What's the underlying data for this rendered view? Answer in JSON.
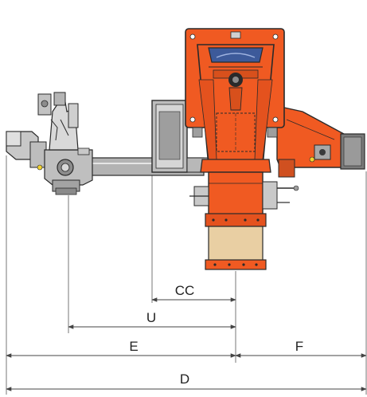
{
  "colors": {
    "body_orange": "#f05a22",
    "dark_outline": "#2a2a2a",
    "grey_steel": "#a8a8a8",
    "light_grey": "#d4d4d4",
    "tan_sleeve": "#e9cfa3",
    "blue_window": "#3d5a9a",
    "yellow_indicator": "#f2d22e",
    "dimension_line": "#444444"
  },
  "dimensions": {
    "cc": "CC",
    "u": "U",
    "e": "E",
    "f": "F",
    "d": "D"
  },
  "icons": [
    "servo-motor-icon",
    "gas-valve-icon",
    "sight-glass-icon",
    "dimension-arrow-icon"
  ]
}
